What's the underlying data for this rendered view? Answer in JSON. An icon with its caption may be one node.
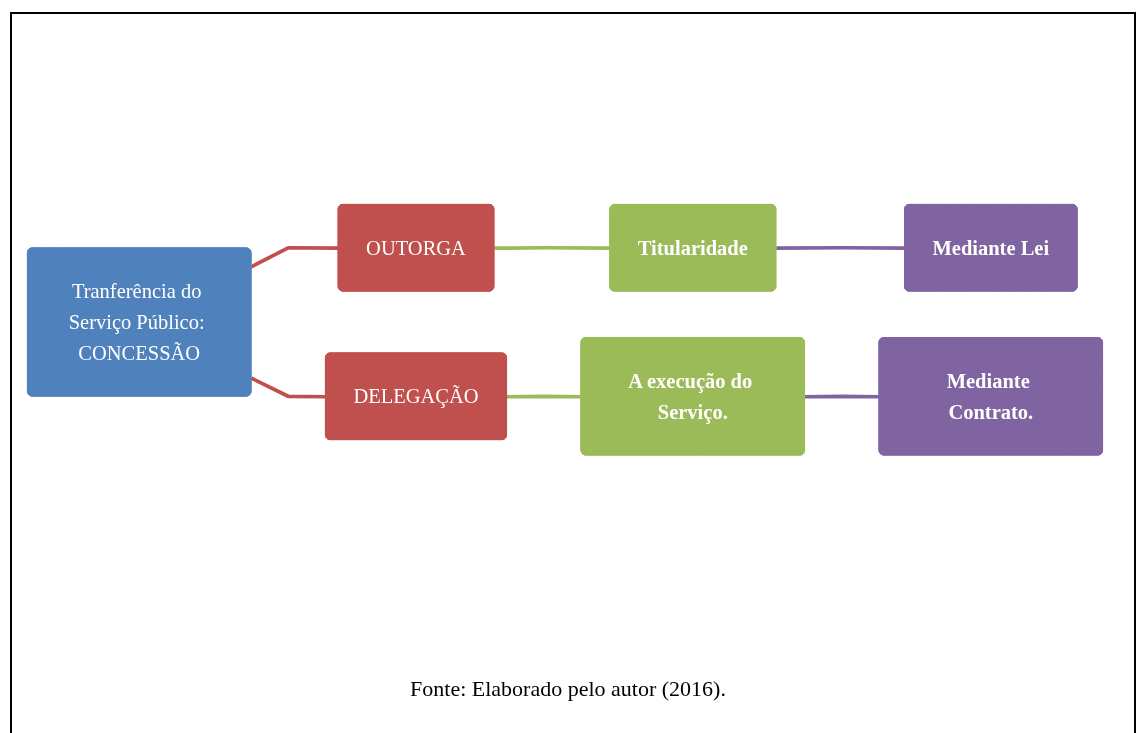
{
  "diagram": {
    "caption": "Fonte: Elaborado pelo autor (2016).",
    "nodes": [
      {
        "text": [
          "Tranferência do Serviço Público: CONCESSÃO"
        ]
      },
      {
        "text": [
          "OUTORGA"
        ]
      },
      {
        "text": [
          "Titularidade"
        ]
      },
      {
        "text": [
          "Mediante Lei"
        ]
      },
      {
        "text": [
          "DELEGAÇÃO"
        ]
      },
      {
        "text": [
          "A execução do Serviço."
        ]
      },
      {
        "text": [
          "Mediante Contrato."
        ]
      }
    ],
    "edges": [
      {
        "from": 0,
        "to": 1,
        "arrow": "none",
        "color": "#c0504d"
      },
      {
        "from": 0,
        "to": 4,
        "arrow": "none",
        "color": "#c0504d"
      },
      {
        "from": 1,
        "to": 2,
        "arrow": "none",
        "color": "#9bbb59"
      },
      {
        "from": 4,
        "to": 5,
        "arrow": "none",
        "color": "#9bbb59"
      },
      {
        "from": 2,
        "to": 3,
        "arrow": "none",
        "color": "#8064a2"
      },
      {
        "from": 5,
        "to": 6,
        "arrow": "none",
        "color": "#8064a2"
      }
    ]
  }
}
